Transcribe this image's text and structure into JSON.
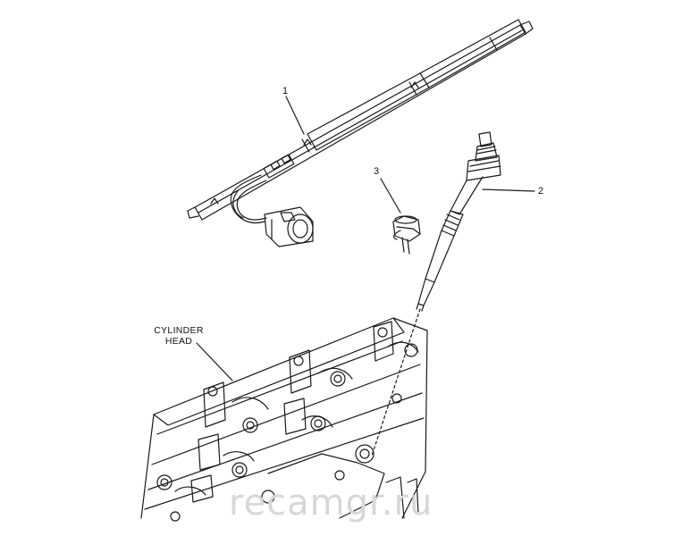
{
  "callouts": {
    "harness": "1",
    "glow_plug": "2",
    "nut": "3"
  },
  "labels": {
    "cylinder_head_line1": "CYLINDER",
    "cylinder_head_line2": "HEAD"
  },
  "watermark": "recamgr.ru",
  "colors": {
    "line": "#1a1a1a",
    "watermark": "#d7d7d7",
    "background": "#ffffff"
  },
  "icons": {
    "harness": "glow-plug-wiring-harness-icon",
    "connector": "electrical-connector-icon",
    "glow_plug": "glow-plug-icon",
    "nut": "terminal-nut-icon",
    "head": "cylinder-head-icon"
  }
}
